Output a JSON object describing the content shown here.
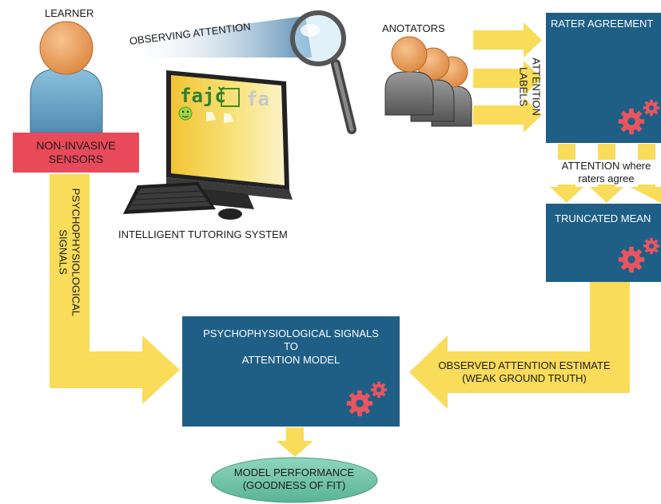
{
  "labels": {
    "learner": "LEARNER",
    "observing_attention": "OBSERVING ATTENTION",
    "anotators": "ANOTATORS",
    "attention_labels_line1": "ATTENTION",
    "attention_labels_line2": "LABELS",
    "sensors_line1": "NON-INVASIVE",
    "sensors_line2": "SENSORS",
    "its": "INTELLIGENT TUTORING SYSTEM",
    "psych_line1": "PSYCHOPHYSIOLOGICAL",
    "psych_line2": "SIGNALS",
    "raters_line1": "ATTENTION where",
    "raters_line2": "raters agree",
    "observed_line1": "OBSERVED ATTENTION ESTIMATE",
    "observed_line2": "(WEAK GROUND TRUTH)"
  },
  "boxes": {
    "rater_agreement": "RATER AGREEMENT",
    "truncated_mean": "TRUNCATED MEAN",
    "model_line1": "PSYCHOPHYSIOLOGICAL SIGNALS",
    "model_line2": "TO",
    "model_line3": "ATTENTION MODEL",
    "performance_line1": "MODEL PERFORMANCE",
    "performance_line2": "(GOODNESS OF FIT)"
  },
  "screen": {
    "word1": "fajč",
    "word2": "fa"
  },
  "colors": {
    "box_blue": "#1f5f86",
    "arrow_yellow": "#f8dc5a",
    "sensor_red": "#e94a5a",
    "ellipse_teal": "#6fc2a8",
    "gear": "#e8555f",
    "head_orange": "#f0a45f",
    "body_blue": "#6aa7c9"
  },
  "icons": [
    "learner-icon",
    "magnifier-icon",
    "computer-icon",
    "keyboard-icon",
    "mouse-icon",
    "annotators-icon",
    "gear-icon"
  ]
}
